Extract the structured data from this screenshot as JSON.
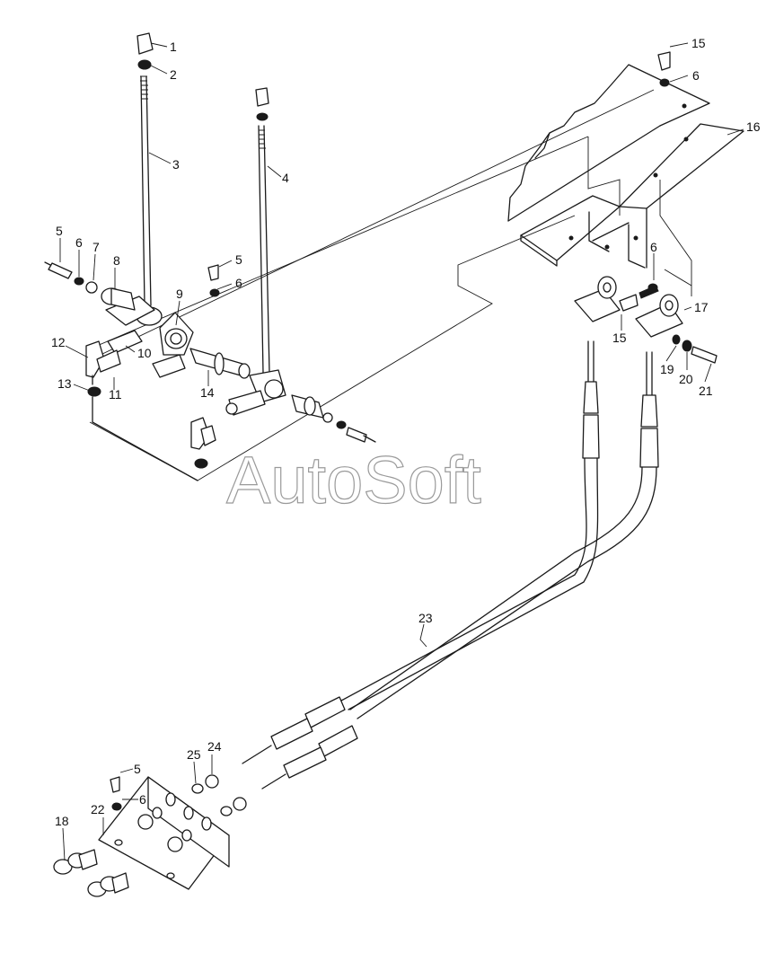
{
  "watermark": "AutoSoft",
  "callouts": {
    "c1": "1",
    "c2": "2",
    "c3": "3",
    "c4": "4",
    "c5a": "5",
    "c5b": "5",
    "c5c": "5",
    "c6a": "6",
    "c6b": "6",
    "c6c": "6",
    "c6d": "6",
    "c6e": "6",
    "c7": "7",
    "c8": "8",
    "c9": "9",
    "c10": "10",
    "c11": "11",
    "c12": "12",
    "c13": "13",
    "c14": "14",
    "c15a": "15",
    "c15b": "15",
    "c16": "16",
    "c17": "17",
    "c18": "18",
    "c19": "19",
    "c20": "20",
    "c21": "21",
    "c22": "22",
    "c23": "23",
    "c24": "24",
    "c25": "25"
  }
}
